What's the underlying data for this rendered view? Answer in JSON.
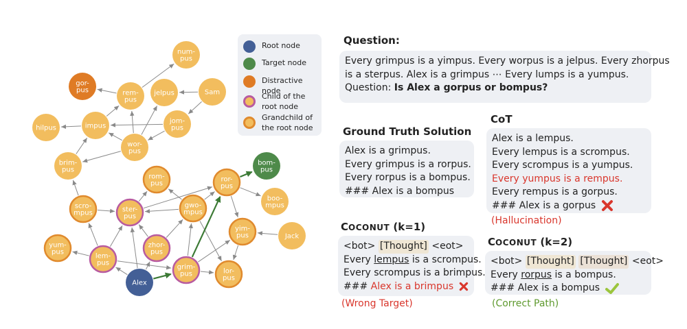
{
  "colors": {
    "root": "#435f96",
    "target": "#4e8a4a",
    "distractive": "#df7b25",
    "child": "#f2bd5e",
    "child_border": "#b85ba0",
    "grandchild": "#f2bd5e",
    "grandchild_border": "#e08a2d",
    "edge": "#8a8a8a",
    "path_edge": "#3c7a35",
    "error_red": "#d9362c",
    "correct_green": "#5f9a2f"
  },
  "graph": {
    "nodes": [
      {
        "id": "numpus",
        "lines": [
          "num-",
          "pus"
        ],
        "kind": "plain"
      },
      {
        "id": "gorpus",
        "lines": [
          "gor-",
          "pus"
        ],
        "kind": "distractive"
      },
      {
        "id": "rempus",
        "lines": [
          "rem-",
          "pus"
        ],
        "kind": "plain"
      },
      {
        "id": "jelpus",
        "lines": [
          "jelpus"
        ],
        "kind": "plain"
      },
      {
        "id": "sam",
        "lines": [
          "Sam"
        ],
        "kind": "plain"
      },
      {
        "id": "hilpus",
        "lines": [
          "hilpus"
        ],
        "kind": "plain"
      },
      {
        "id": "impus",
        "lines": [
          "impus"
        ],
        "kind": "plain"
      },
      {
        "id": "jompus",
        "lines": [
          "jom-",
          "pus"
        ],
        "kind": "plain"
      },
      {
        "id": "worpus",
        "lines": [
          "wor-",
          "pus"
        ],
        "kind": "plain"
      },
      {
        "id": "brimpus",
        "lines": [
          "brim-",
          "pus"
        ],
        "kind": "plain"
      },
      {
        "id": "bompus",
        "lines": [
          "bom-",
          "pus"
        ],
        "kind": "target"
      },
      {
        "id": "rompus",
        "lines": [
          "rom-",
          "pus"
        ],
        "kind": "grandchild"
      },
      {
        "id": "rorpus",
        "lines": [
          "ror-",
          "pus"
        ],
        "kind": "grandchild"
      },
      {
        "id": "boompus",
        "lines": [
          "boo-",
          "mpus"
        ],
        "kind": "plain"
      },
      {
        "id": "scrompus",
        "lines": [
          "scro-",
          "mpus"
        ],
        "kind": "grandchild"
      },
      {
        "id": "sterpus",
        "lines": [
          "ster-",
          "pus"
        ],
        "kind": "child"
      },
      {
        "id": "gwompus",
        "lines": [
          "gwo-",
          "mpus"
        ],
        "kind": "grandchild"
      },
      {
        "id": "yimpus",
        "lines": [
          "yim-",
          "pus"
        ],
        "kind": "grandchild"
      },
      {
        "id": "jack",
        "lines": [
          "Jack"
        ],
        "kind": "plain"
      },
      {
        "id": "yumpus",
        "lines": [
          "yum-",
          "pus"
        ],
        "kind": "grandchild"
      },
      {
        "id": "lempus",
        "lines": [
          "lem-",
          "pus"
        ],
        "kind": "child"
      },
      {
        "id": "zhorpus",
        "lines": [
          "zhor-",
          "pus"
        ],
        "kind": "child"
      },
      {
        "id": "alex",
        "lines": [
          "Alex"
        ],
        "kind": "root"
      },
      {
        "id": "grimpus",
        "lines": [
          "grim-",
          "pus"
        ],
        "kind": "child"
      },
      {
        "id": "lorpus",
        "lines": [
          "lor-",
          "pus"
        ],
        "kind": "grandchild"
      }
    ],
    "edges": [
      [
        "alex",
        "lempus"
      ],
      [
        "alex",
        "zhorpus"
      ],
      [
        "alex",
        "sterpus"
      ],
      [
        "lempus",
        "yumpus"
      ],
      [
        "lempus",
        "scrompus"
      ],
      [
        "lempus",
        "sterpus"
      ],
      [
        "scrompus",
        "brimpus"
      ],
      [
        "scrompus",
        "sterpus"
      ],
      [
        "brimpus",
        "impus"
      ],
      [
        "impus",
        "hilpus"
      ],
      [
        "impus",
        "rempus"
      ],
      [
        "worpus",
        "impus"
      ],
      [
        "worpus",
        "brimpus"
      ],
      [
        "worpus",
        "jelpus"
      ],
      [
        "worpus",
        "rempus"
      ],
      [
        "rempus",
        "gorpus"
      ],
      [
        "rempus",
        "numpus"
      ],
      [
        "jompus",
        "impus"
      ],
      [
        "jompus",
        "worpus"
      ],
      [
        "sam",
        "jompus"
      ],
      [
        "sam",
        "jelpus"
      ],
      [
        "sterpus",
        "rompus"
      ],
      [
        "zhorpus",
        "sterpus"
      ],
      [
        "zhorpus",
        "gwompus"
      ],
      [
        "gwompus",
        "sterpus"
      ],
      [
        "gwompus",
        "rorpus"
      ],
      [
        "lempus",
        "grimpus"
      ],
      [
        "gwompus",
        "rompus"
      ],
      [
        "grimpus",
        "gwompus"
      ],
      [
        "grimpus",
        "yimpus"
      ],
      [
        "grimpus",
        "lorpus"
      ],
      [
        "gwompus",
        "lorpus"
      ],
      [
        "yimpus",
        "lorpus"
      ],
      [
        "jack",
        "yimpus"
      ],
      [
        "rorpus",
        "boompus"
      ],
      [
        "rorpus",
        "yimpus"
      ],
      [
        "sterpus",
        "rorpus"
      ]
    ],
    "path_edges": [
      [
        "alex",
        "grimpus"
      ],
      [
        "grimpus",
        "rorpus"
      ],
      [
        "rorpus",
        "bompus"
      ]
    ]
  },
  "legend": {
    "root": "Root node",
    "target": "Target node",
    "distractive": "Distractive node",
    "child": "Child of the root node",
    "grandchild": "Grandchild of the root node"
  },
  "question": {
    "heading": "Question:",
    "lines": [
      "Every grimpus is a yimpus. Every worpus is a jelpus. Every zhorpus",
      "is a sterpus. Alex is a grimpus ⋯ Every lumps is a yumpus."
    ],
    "prefix": "Question: ",
    "ask": "Is Alex a gorpus or bompus?"
  },
  "ground_truth": {
    "heading": "Ground Truth Solution",
    "lines": [
      "Alex is a grimpus.",
      "Every grimpus is a rorpus.",
      "Every rorpus is a bompus.",
      "### Alex is a bompus"
    ]
  },
  "cot": {
    "heading": "CoT",
    "lines": [
      "Alex is a lempus.",
      "Every lempus is a scrompus.",
      "Every scrompus is a yumpus.",
      "Every yumpus is a rempus.",
      "Every rempus is a gorpus.",
      "### Alex is a gorpus"
    ],
    "note": "(Hallucination)"
  },
  "coconut1": {
    "heading_big": "C",
    "heading_small": "OCONUT",
    "heading_suffix": " (k=1)",
    "bot": "<bot>",
    "thought": "[Thought]",
    "eot": "<eot>",
    "l2_pre": "Every ",
    "l2_ul": "lempus",
    "l2_post": " is a scrompus.",
    "l3": "Every scrompus is a brimpus.",
    "l4_pre": "### ",
    "l4_red": "Alex is a brimpus",
    "note": "(Wrong Target)"
  },
  "coconut2": {
    "heading_big": "C",
    "heading_small": "OCONUT",
    "heading_suffix": " (k=2)",
    "bot": "<bot>",
    "thought1": "[Thought]",
    "thought2": "[Thought]",
    "eot": "<eot>",
    "l2_pre": "Every ",
    "l2_ul": "rorpus",
    "l2_post": " is a bompus.",
    "l3": "### Alex is a bompus",
    "note": "(Correct Path)"
  }
}
